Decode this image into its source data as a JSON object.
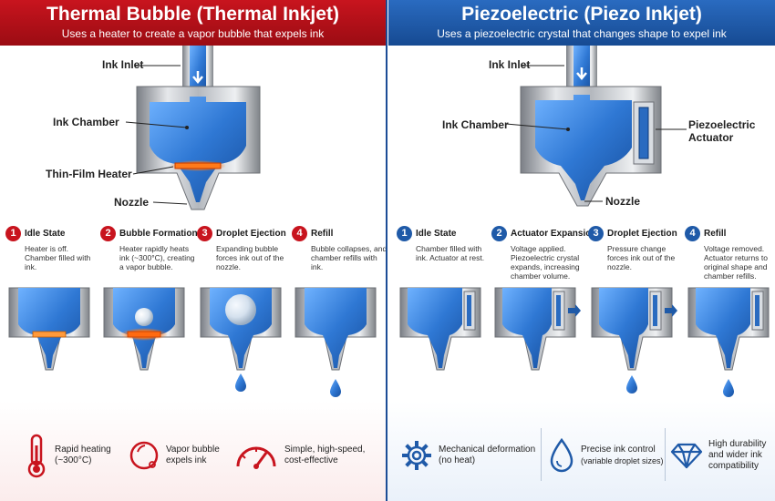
{
  "left": {
    "title": "Thermal Bubble (Thermal Inkjet)",
    "subtitle": "Uses a heater to create a vapor bubble that expels ink",
    "callouts": {
      "inlet": "Ink Inlet",
      "chamber": "Ink Chamber",
      "heater": "Thin-Film Heater",
      "nozzle": "Nozzle"
    },
    "steps": [
      {
        "num": "1",
        "title": "Idle State",
        "desc": "Heater is off. Chamber filled with ink."
      },
      {
        "num": "2",
        "title": "Bubble Formation",
        "desc": "Heater rapidly heats ink (~300°C), creating a vapor bubble."
      },
      {
        "num": "3",
        "title": "Droplet Ejection",
        "desc": "Expanding bubble forces ink out of the nozzle."
      },
      {
        "num": "4",
        "title": "Refill",
        "desc": "Bubble collapses, and chamber refills with ink."
      }
    ],
    "features": [
      {
        "icon": "thermometer-icon",
        "line1": "Rapid heating",
        "line2": "(~300°C)"
      },
      {
        "icon": "bubble-icon",
        "line1": "Vapor bubble",
        "line2": "expels ink"
      },
      {
        "icon": "speedometer-icon",
        "line1": "Simple, high-speed,",
        "line2": "cost-effective"
      }
    ]
  },
  "right": {
    "title": "Piezoelectric (Piezo Inkjet)",
    "subtitle": "Uses a piezoelectric crystal that changes shape to expel ink",
    "callouts": {
      "inlet": "Ink Inlet",
      "chamber": "Ink Chamber",
      "actuator_1": "Piezoelectric",
      "actuator_2": "Actuator",
      "nozzle": "Nozzle"
    },
    "steps": [
      {
        "num": "1",
        "title": "Idle State",
        "desc": "Chamber filled with ink. Actuator at rest."
      },
      {
        "num": "2",
        "title": "Actuator Expansion",
        "desc": "Voltage applied. Piezoelectric crystal expands, increasing chamber volume."
      },
      {
        "num": "3",
        "title": "Droplet Ejection",
        "desc": "Pressure change forces ink out of the nozzle."
      },
      {
        "num": "4",
        "title": "Refill",
        "desc": "Voltage removed. Actuator returns to original shape and chamber refills."
      }
    ],
    "features": [
      {
        "icon": "gear-icon",
        "line1": "Mechanical deformation",
        "line2": "(no heat)"
      },
      {
        "icon": "droplet-icon",
        "line1": "Precise ink control",
        "line2": "(variable droplet sizes)"
      },
      {
        "icon": "diamond-icon",
        "line1": "High durability",
        "line2": "and wider ink",
        "line3": "compatibility"
      }
    ]
  },
  "colors": {
    "thermal": "#c8141e",
    "piezo": "#1f5aa8",
    "ink": "#2f78d4",
    "heater": "#ff7a1a"
  }
}
